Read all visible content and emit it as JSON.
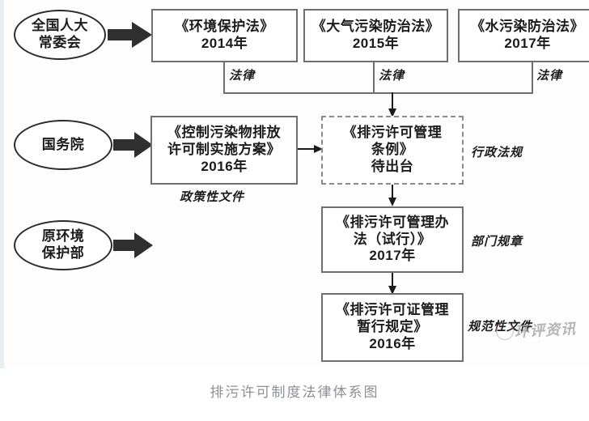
{
  "figure": {
    "caption": "排污许可制度法律体系图",
    "watermark": {
      "text": "环评资讯",
      "logo_icon": "camera-logo-icon"
    },
    "colors": {
      "box_border": "#6f6f6f",
      "ellipse_border": "#2b2b2b",
      "dashed_border": "#8a8a8a",
      "arrow_fill": "#2f2f2f",
      "caption_text": "#8d8f96",
      "background": "#ffffff"
    }
  },
  "actors": [
    {
      "id": "npc",
      "line1": "全国人大",
      "line2": "常委会"
    },
    {
      "id": "state-council",
      "line1": "国务院",
      "line2": ""
    },
    {
      "id": "mep",
      "line1": "原环境",
      "line2": "保护部"
    }
  ],
  "laws": [
    {
      "id": "environment-protection-law",
      "title": "《环境保护法》",
      "year": "2014年"
    },
    {
      "id": "air-pollution-law",
      "title": "《大气污染防治法》",
      "year": "2015年"
    },
    {
      "id": "water-pollution-law",
      "title": "《水污染防治法》",
      "year": "2017年"
    }
  ],
  "law_tags": [
    {
      "id": "tag-law-1",
      "text": "法律"
    },
    {
      "id": "tag-law-2",
      "text": "法律"
    },
    {
      "id": "tag-law-3",
      "text": "法律"
    }
  ],
  "documents": {
    "policy": {
      "id": "pollutant-discharge-permit-plan",
      "line1": "《控制污染物排放",
      "line2": "许可制实施方案》",
      "year": "2016年",
      "tag": "政策性文件"
    },
    "regulation": {
      "id": "discharge-permit-regulation",
      "line1": "《排污许可管理",
      "line2": "条例》",
      "line3": "待出台",
      "tag": "行政法规",
      "status": "待出台",
      "dashed": true
    },
    "departmental_rule": {
      "id": "discharge-permit-measures",
      "line1": "《排污许可管理办",
      "line2": "法（试行）》",
      "year": "2017年",
      "tag": "部门规章"
    },
    "normative_doc": {
      "id": "discharge-permit-interim-provisions",
      "line1": "《排污许可证管理",
      "line2": "暂行规定》",
      "year": "2016年",
      "tag": "规范性文件"
    }
  },
  "connectors": [
    {
      "id": "npc-to-laws",
      "icon": "thick-right-arrow-icon"
    },
    {
      "id": "council-to-policy",
      "icon": "thick-right-arrow-icon"
    },
    {
      "id": "mep-to-rules",
      "icon": "thick-right-arrow-icon"
    },
    {
      "id": "laws-bus-to-regulation",
      "icon": "down-arrow-icon"
    },
    {
      "id": "policy-to-regulation",
      "icon": "right-arrow-icon"
    },
    {
      "id": "regulation-to-measures",
      "icon": "down-arrow-icon"
    },
    {
      "id": "measures-to-provisions",
      "icon": "down-arrow-icon"
    }
  ]
}
